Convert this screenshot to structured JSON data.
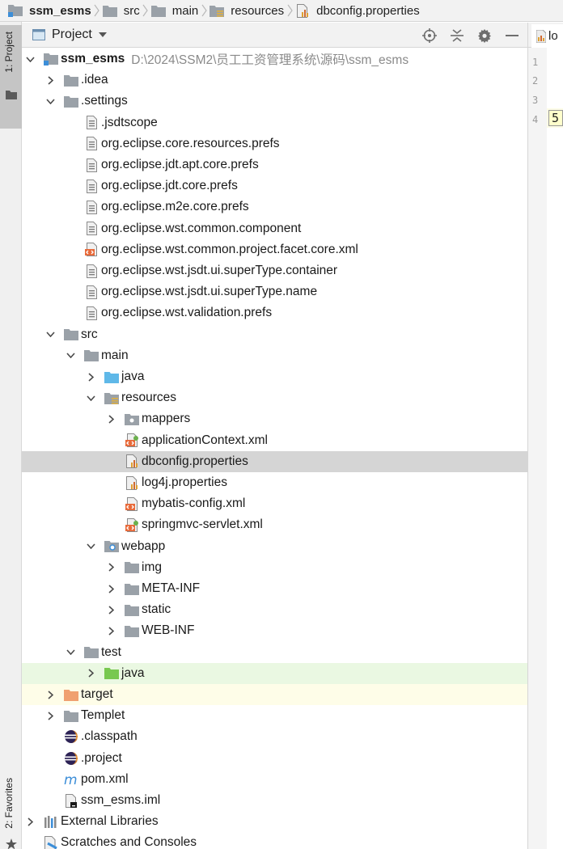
{
  "breadcrumb": [
    {
      "label": "ssm_esms",
      "icon": "module-folder-icon",
      "bold": true
    },
    {
      "label": "src",
      "icon": "folder-icon",
      "bold": false
    },
    {
      "label": "main",
      "icon": "folder-icon",
      "bold": false
    },
    {
      "label": "resources",
      "icon": "resources-folder-icon",
      "bold": false
    },
    {
      "label": "dbconfig.properties",
      "icon": "properties-file-icon",
      "bold": false
    }
  ],
  "side_tabs": {
    "project": "1: Project",
    "favorites": "2: Favorites"
  },
  "panel": {
    "title": "Project",
    "dropdown_icon": "chevron-down-icon"
  },
  "editor": {
    "tab_label": "lo",
    "line_numbers": [
      "1",
      "2",
      "3",
      "4"
    ],
    "current_line_text": "5"
  },
  "tree": [
    {
      "depth": 0,
      "arrow": "down",
      "icon": "module",
      "label": "ssm_esms",
      "hint": "D:\\2024\\SSM2\\员工工资管理系统\\源码\\ssm_esms",
      "bold": true
    },
    {
      "depth": 1,
      "arrow": "right",
      "icon": "folder",
      "label": ".idea"
    },
    {
      "depth": 1,
      "arrow": "down",
      "icon": "folder",
      "label": ".settings"
    },
    {
      "depth": 2,
      "icon": "text",
      "label": ".jsdtscope"
    },
    {
      "depth": 2,
      "icon": "text",
      "label": "org.eclipse.core.resources.prefs"
    },
    {
      "depth": 2,
      "icon": "text",
      "label": "org.eclipse.jdt.apt.core.prefs"
    },
    {
      "depth": 2,
      "icon": "text",
      "label": "org.eclipse.jdt.core.prefs"
    },
    {
      "depth": 2,
      "icon": "text",
      "label": "org.eclipse.m2e.core.prefs"
    },
    {
      "depth": 2,
      "icon": "text",
      "label": "org.eclipse.wst.common.component"
    },
    {
      "depth": 2,
      "icon": "xml",
      "label": "org.eclipse.wst.common.project.facet.core.xml"
    },
    {
      "depth": 2,
      "icon": "text",
      "label": "org.eclipse.wst.jsdt.ui.superType.container"
    },
    {
      "depth": 2,
      "icon": "text",
      "label": "org.eclipse.wst.jsdt.ui.superType.name"
    },
    {
      "depth": 2,
      "icon": "text",
      "label": "org.eclipse.wst.validation.prefs"
    },
    {
      "depth": 1,
      "arrow": "down",
      "icon": "folder",
      "label": "src"
    },
    {
      "depth": 2,
      "arrow": "down",
      "icon": "folder",
      "label": "main"
    },
    {
      "depth": 3,
      "arrow": "right",
      "icon": "source-folder",
      "label": "java"
    },
    {
      "depth": 3,
      "arrow": "down",
      "icon": "resources-folder",
      "label": "resources"
    },
    {
      "depth": 4,
      "arrow": "right",
      "icon": "package-folder",
      "label": "mappers"
    },
    {
      "depth": 4,
      "icon": "spring-xml",
      "label": "applicationContext.xml"
    },
    {
      "depth": 4,
      "icon": "properties",
      "label": "dbconfig.properties",
      "selected": true
    },
    {
      "depth": 4,
      "icon": "properties",
      "label": "log4j.properties"
    },
    {
      "depth": 4,
      "icon": "xml",
      "label": "mybatis-config.xml"
    },
    {
      "depth": 4,
      "icon": "spring-xml",
      "label": "springmvc-servlet.xml"
    },
    {
      "depth": 3,
      "arrow": "down",
      "icon": "web-folder",
      "label": "webapp"
    },
    {
      "depth": 4,
      "arrow": "right",
      "icon": "folder",
      "label": "img"
    },
    {
      "depth": 4,
      "arrow": "right",
      "icon": "folder",
      "label": "META-INF"
    },
    {
      "depth": 4,
      "arrow": "right",
      "icon": "folder",
      "label": "static"
    },
    {
      "depth": 4,
      "arrow": "right",
      "icon": "folder",
      "label": "WEB-INF"
    },
    {
      "depth": 2,
      "arrow": "down",
      "icon": "folder",
      "label": "test"
    },
    {
      "depth": 3,
      "arrow": "right",
      "icon": "test-folder",
      "label": "java",
      "bg": "test"
    },
    {
      "depth": 1,
      "arrow": "right",
      "icon": "excluded-folder",
      "label": "target",
      "bg": "excluded"
    },
    {
      "depth": 1,
      "arrow": "right",
      "icon": "folder",
      "label": "Templet"
    },
    {
      "depth": 1,
      "icon": "eclipse",
      "label": ".classpath"
    },
    {
      "depth": 1,
      "icon": "eclipse",
      "label": ".project"
    },
    {
      "depth": 1,
      "icon": "maven",
      "label": "pom.xml"
    },
    {
      "depth": 1,
      "icon": "iml",
      "label": "ssm_esms.iml"
    },
    {
      "depth": 0,
      "arrow": "right",
      "icon": "libraries",
      "label": "External Libraries"
    },
    {
      "depth": 0,
      "icon": "scratches",
      "label": "Scratches and Consoles"
    }
  ]
}
